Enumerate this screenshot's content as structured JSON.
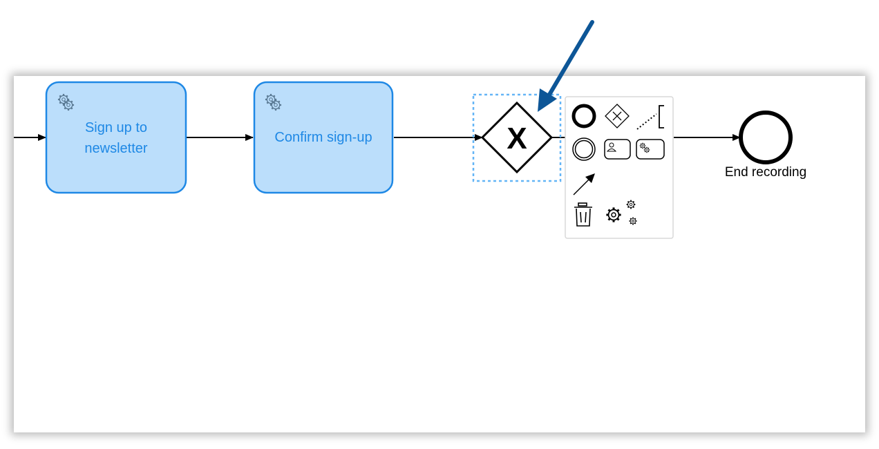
{
  "tasks": [
    {
      "label_lines": [
        "Sign up to",
        "newsletter"
      ]
    },
    {
      "label_lines": [
        "Confirm sign-up"
      ]
    }
  ],
  "gateway": {
    "marker": "X"
  },
  "end_event": {
    "label": "End recording"
  },
  "colors": {
    "task_fill": "#bbdefb",
    "task_stroke": "#1e88e5",
    "task_text": "#1e88e5",
    "selection": "#64b5f6",
    "arrow": "#0d5697"
  },
  "context_pad": {
    "entries": [
      {
        "name": "append-end-event-icon"
      },
      {
        "name": "append-gateway-icon"
      },
      {
        "name": "append-text-annotation-icon"
      },
      {
        "name": "append-intermediate-event-icon"
      },
      {
        "name": "append-user-task-icon"
      },
      {
        "name": "append-service-task-icon"
      },
      {
        "name": "connect-icon"
      },
      {
        "name": "delete-icon"
      },
      {
        "name": "settings-icon"
      }
    ]
  }
}
